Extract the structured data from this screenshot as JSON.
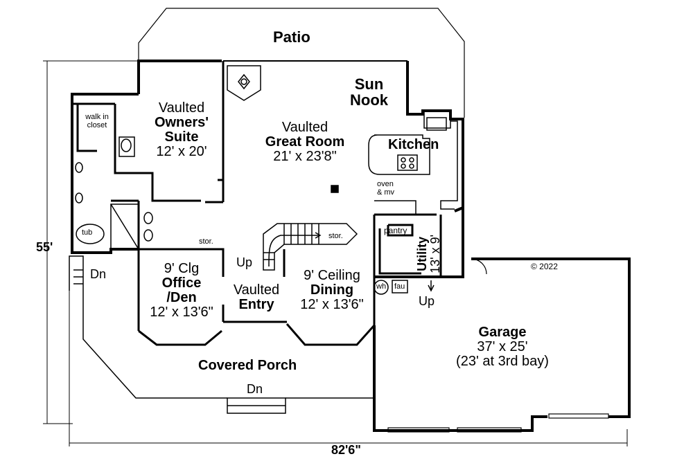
{
  "plan": {
    "rooms": {
      "patio": "Patio",
      "sun_nook": [
        "Sun",
        "Nook"
      ],
      "owners_suite": [
        "Vaulted",
        "Owners'",
        "Suite",
        "12' x 20'"
      ],
      "walk_in_closet": [
        "walk in",
        "closet"
      ],
      "great_room": [
        "Vaulted",
        "Great Room",
        "21' x 23'8\""
      ],
      "kitchen": "Kitchen",
      "oven": [
        "oven",
        "& mv"
      ],
      "pantry": "pantry",
      "utility": [
        "Utility",
        "13' x 9'"
      ],
      "office": [
        "9' Clg",
        "Office",
        "/Den",
        "12' x 13'6\""
      ],
      "entry": [
        "Vaulted",
        "Entry"
      ],
      "dining": [
        "9' Ceiling",
        "Dining",
        "12' x 13'6\""
      ],
      "garage": [
        "Garage",
        "37' x 25'",
        "(23' at 3rd bay)"
      ],
      "covered_porch": "Covered Porch",
      "tub": "tub",
      "stor_1": "stor.",
      "stor_2": "stor.",
      "wh": "wh",
      "fau": "fau"
    },
    "stair_labels": {
      "dn_left": "Dn",
      "dn_porch": "Dn",
      "up_stair": "Up",
      "up_utility": "Up"
    },
    "dimensions": {
      "depth": "55'",
      "width": "82'6\""
    },
    "copyright": "© 2022"
  }
}
